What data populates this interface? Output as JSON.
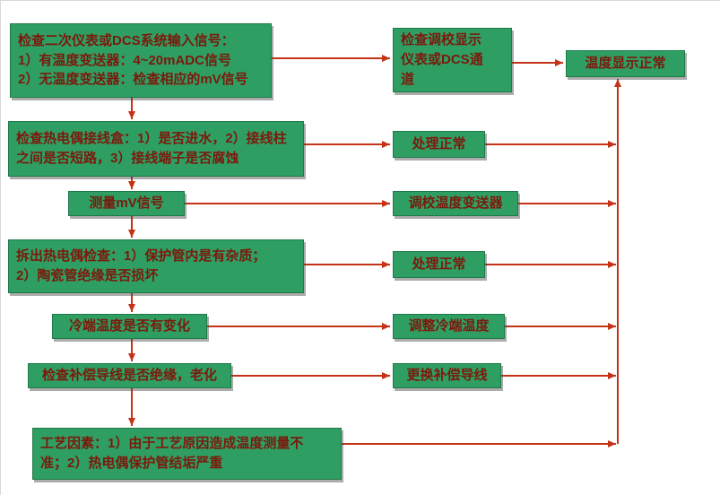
{
  "flowchart": {
    "colors": {
      "box_fill": "#2f9e63",
      "box_text": "#7a1a0c",
      "arrow": "#c53317",
      "background": "#ffffff"
    },
    "nodes": {
      "check_input_signal": "检查二次仪表或DCS系统输入信号：\n1）有温度变送器：4~20mADC信号\n2）无温度变送器：检查相应的mV信号",
      "check_display_channel": "检查调校显示\n仪表或DCS通\n道",
      "temp_display_normal": "温度显示正常",
      "check_junction_box": "检查热电偶接线盒：1）是否进水，2）接线柱\n之间是否短路，3）接线端子是否腐蚀",
      "handle_normal_1": "处理正常",
      "measure_mv_signal": "测量mV信号",
      "calibrate_transmitter": "调校温度变送器",
      "remove_thermocouple_check": "拆出热电偶检查：1）保护管内是有杂质；\n2）陶瓷管绝缘是否损坏",
      "handle_normal_2": "处理正常",
      "cold_end_temp_change": "冷端温度是否有变化",
      "adjust_cold_end_temp": "调整冷端温度",
      "check_compensation_wire": "检查补偿导线是否绝缘，老化",
      "replace_compensation_wire": "更换补偿导线",
      "process_factors": "工艺因素：1）由于工艺原因造成温度测量不\n准；2）热电偶保护管结垢严重"
    }
  }
}
